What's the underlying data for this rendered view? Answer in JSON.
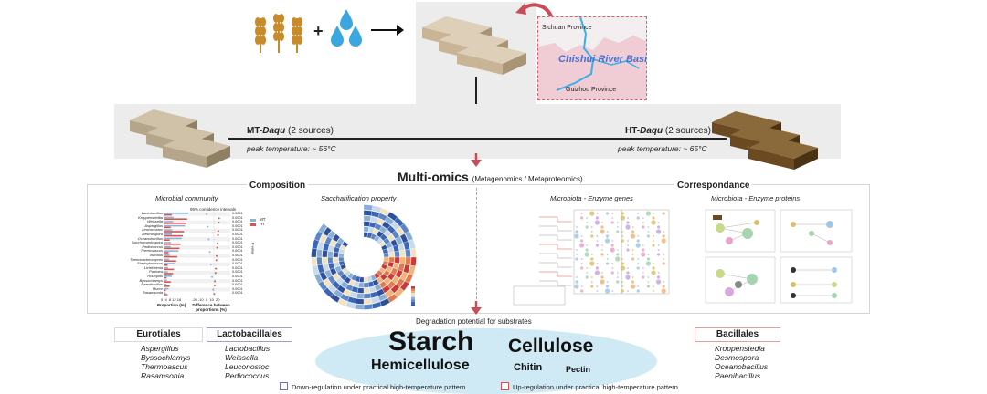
{
  "map": {
    "sichuan": "Sichuan Province",
    "river_basin": "Chishui River Basin",
    "guizhou": "Guizhou Province"
  },
  "mt": {
    "title": "MT-",
    "title_em": "Daqu",
    "sources": "(2 sources)",
    "peak": "peak temperature: ~ 56°C"
  },
  "ht": {
    "title": "HT-",
    "title_em": "Daqu",
    "sources": "(2 sources)",
    "peak": "peak temperature: ~ 65°C"
  },
  "multiomics": {
    "title": "Multi-omics",
    "sub": "(Metagenomics / Metaproteomics)"
  },
  "composition": {
    "title": "Composition",
    "microbial_community": "Microbial community",
    "saccharification": "Saccharification property",
    "ci_label": "95% confidence intervals",
    "x1": "Proportion (%)",
    "x2": "Difference between proportions (%)",
    "legend_mt": "MT",
    "legend_ht": "HT",
    "taxa": [
      "Lactobacillus",
      "Kroppenstedtia",
      "Weissella",
      "Aspergillus",
      "Leuconostoc",
      "Desmospora",
      "Oceanobacillus",
      "Saccharopolyspora",
      "Pediococcus",
      "Thermoascus",
      "Bacillus",
      "Thermoactinomyces",
      "Staphylococcus",
      "Lichtheimia",
      "Pantoea",
      "Rhizopus",
      "Byssochlamys",
      "Paenibacillus",
      "Mucor",
      "Rasamsonia"
    ],
    "pvals": [
      "0.0001",
      "0.0001",
      "0.0001",
      "0.0001",
      "0.0001",
      "0.0001",
      "0.0001",
      "0.0001",
      "0.0001",
      "0.0001",
      "0.0001",
      "0.0001",
      "0.0001",
      "0.0001",
      "0.0001",
      "0.0001",
      "0.0001",
      "0.0001",
      "0.0001",
      "0.0001"
    ],
    "ticks1": "0  4  8 12 16",
    "ticks2": "-20 -10  0  10  20",
    "p_label": "P-value"
  },
  "correspondance": {
    "title": "Correspondance",
    "genes": "Microbiota - Enzyme genes",
    "proteins": "Microbiota - Enzyme proteins"
  },
  "degradation": "Degradation potential for substrates",
  "substrates": {
    "starch": "Starch",
    "cellulose": "Cellulose",
    "hemicellulose": "Hemicellulose",
    "chitin": "Chitin",
    "pectin": "Pectin"
  },
  "groups": {
    "eurotiales": {
      "title": "Eurotiales",
      "genera": [
        "Aspergillus",
        "Byssochlamys",
        "Thermoascus",
        "Rasamsonia"
      ]
    },
    "lactobacillales": {
      "title": "Lactobacillales",
      "genera": [
        "Lactobacillus",
        "Weissella",
        "Leuconostoc",
        "Pediococcus"
      ]
    },
    "bacillales": {
      "title": "Bacillales",
      "genera": [
        "Kroppenstedia",
        "Desmospora",
        "Oceanobacillus",
        "Paenibacillus"
      ]
    }
  },
  "legend": {
    "down": "Down-regulation under practical high-temperature pattern",
    "up": "Up-regulation under practical high-temperature pattern"
  },
  "colors": {
    "down": "#7b6fb5",
    "up": "#d9534f",
    "mt_brick": "#b5a58a",
    "ht_brick": "#6b4a22",
    "arrow": "#c94d57"
  }
}
